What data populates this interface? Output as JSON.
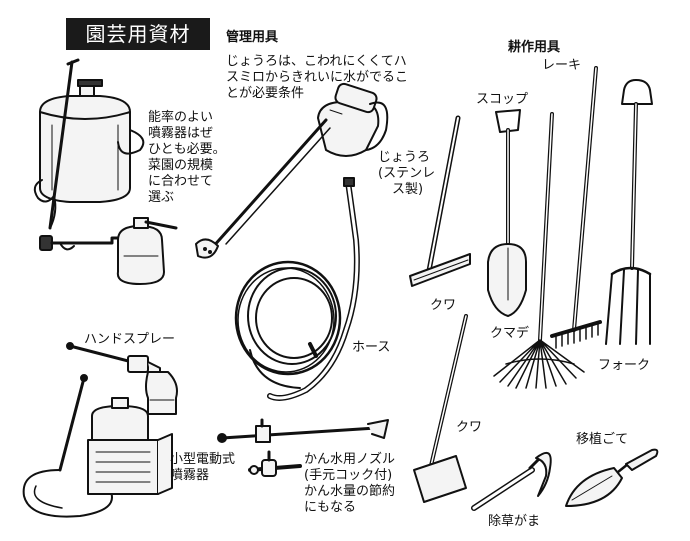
{
  "title": "園芸用資材",
  "sections": {
    "management": "管理用具",
    "cultivation": "耕作用具"
  },
  "notes": {
    "sprayer": [
      "能率のよい",
      "噴霧器はぜ",
      "ひとも必要。",
      "菜園の規模",
      "に合わせて",
      "選ぶ"
    ],
    "watering_can_note": [
      "じょうろは、こわれにくくてハ",
      "スミロからきれいに水がでるこ",
      "とが必要条件"
    ],
    "nozzle_note": [
      "かん水用ノズル",
      "(手元コック付)",
      "かん水量の節約",
      "にもなる"
    ]
  },
  "labels": {
    "watering_can": [
      "じょうろ",
      "(ステンレ",
      "ス製)"
    ],
    "hose": "ホース",
    "hand_spray": "ハンドスプレー",
    "motor_sprayer": [
      "小型電動式",
      "噴霧器"
    ],
    "scoop": "スコップ",
    "rake": "レーキ",
    "hoe1": "クワ",
    "kumade": "クマデ",
    "fork": "フォーク",
    "hoe2": "クワ",
    "weeding_sickle": "除草がま",
    "trowel": "移植ごて"
  }
}
